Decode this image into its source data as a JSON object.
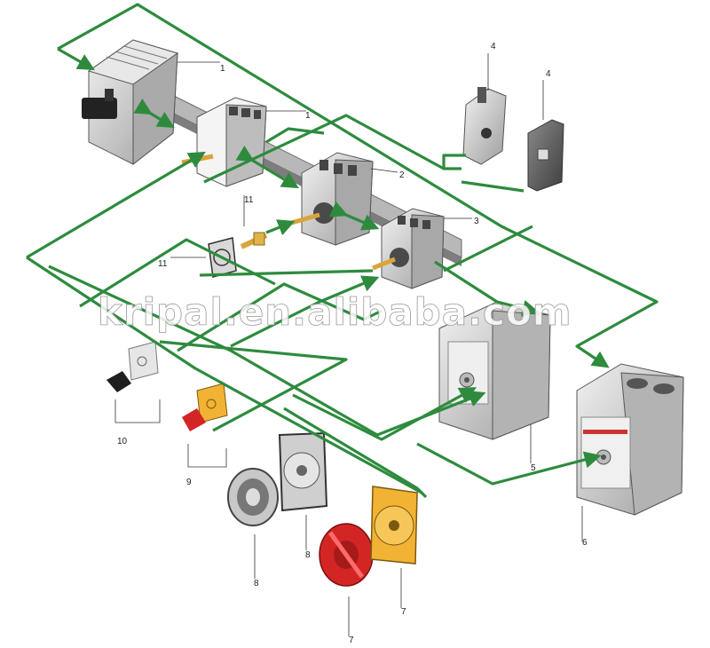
{
  "watermark": "kripal.en.alibaba.com",
  "colors": {
    "flow_line": "#2e8b3e",
    "accent_red": "#d42525",
    "accent_yellow": "#f2b233"
  },
  "callouts": {
    "c1_top": "1",
    "c1_second": "1",
    "c2": "2",
    "c3": "3",
    "c4_left": "4",
    "c4_right": "4",
    "c5": "5",
    "c6": "6",
    "c7_lower": "7",
    "c7_upper": "7",
    "c8_left": "8",
    "c8_right": "8",
    "c9": "9",
    "c10": "10",
    "c11_shaft": "11",
    "c11_plate": "11"
  }
}
